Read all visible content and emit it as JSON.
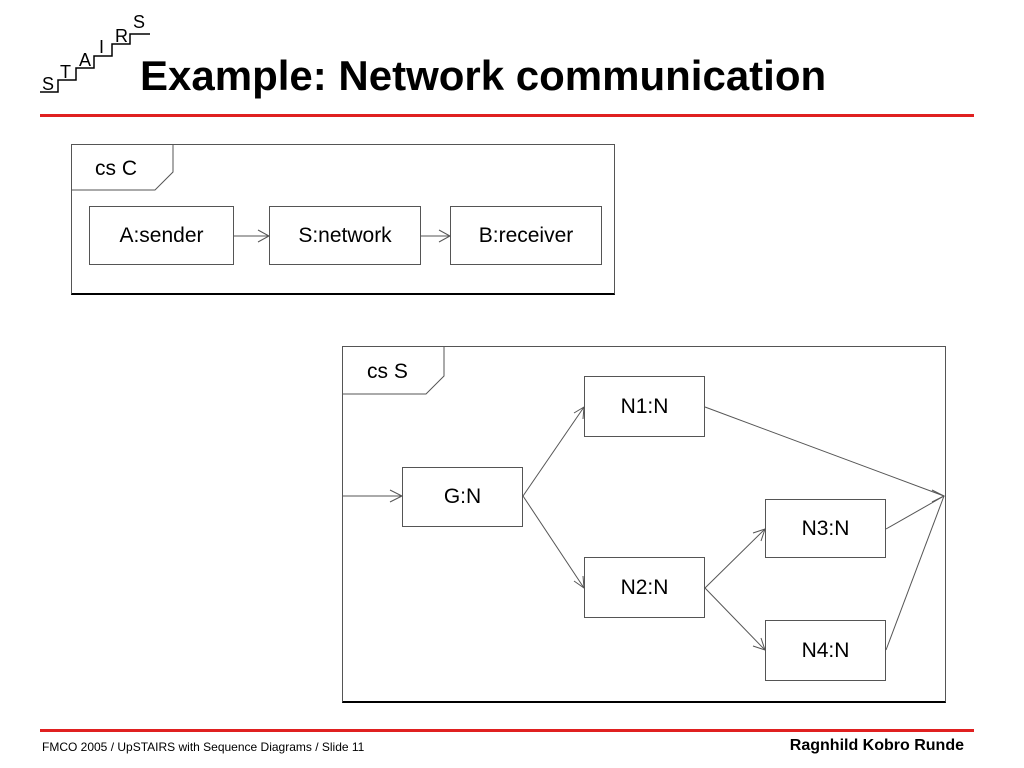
{
  "logo": {
    "letters": [
      "S",
      "T",
      "A",
      "I",
      "R",
      "S"
    ]
  },
  "slide": {
    "title": "Example: Network communication"
  },
  "diagram_c": {
    "frame_label": "cs C",
    "nodes": [
      "A:sender",
      "S:network",
      "B:receiver"
    ]
  },
  "diagram_s": {
    "frame_label": "cs S",
    "nodes": {
      "g": "G:N",
      "n1": "N1:N",
      "n2": "N2:N",
      "n3": "N3:N",
      "n4": "N4:N"
    }
  },
  "footer": {
    "left": "FMCO 2005 / UpSTAIRS with Sequence Diagrams / Slide 11",
    "right": "Ragnhild Kobro Runde"
  },
  "colors": {
    "accent_rule": "#e02020"
  }
}
